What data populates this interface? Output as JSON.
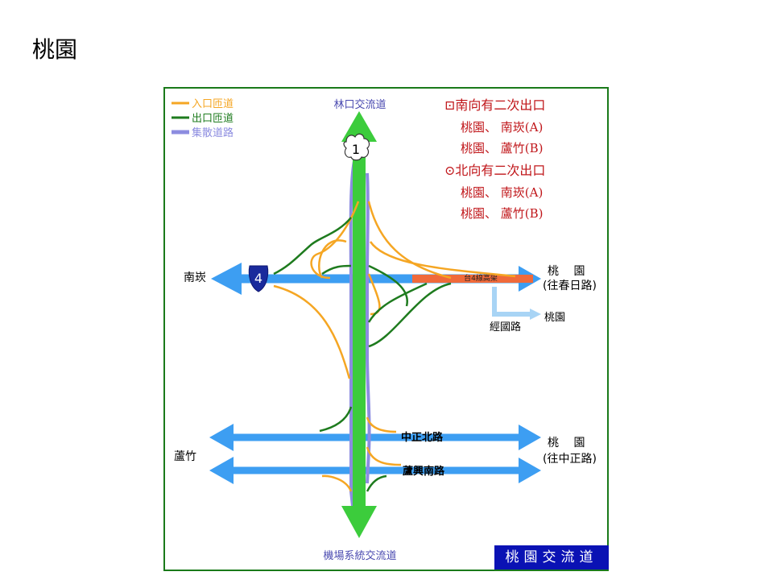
{
  "title": "桃園",
  "legend": {
    "entrance": "入口匝道",
    "exit": "出口匝道",
    "collector": "集散道路"
  },
  "notes": {
    "south_header": "⊡南向有二次出口",
    "south_a": "桃園、 南崁(A)",
    "south_b": "桃園、 蘆竹(B)",
    "north_header": "⊙北向有二次出口",
    "north_a": "桃園、 南崁(A)",
    "north_b": "桃園、 蘆竹(B)"
  },
  "labels": {
    "north_end": "林口交流道",
    "south_end": "機場系統交流道",
    "west_top": "南崁",
    "west_bottom": "蘆竹",
    "east_top_1": "桃　 園",
    "east_top_2": "(往春日路)",
    "east_mid_1": "桃　 園",
    "east_mid_2": "(往中正路)",
    "jingguo": "經國路",
    "jingguo_dest": "桃園",
    "elevated": "台4線高架",
    "road_1": "中正北路",
    "road_2": "蘆興南路",
    "footer": "桃園交流道"
  },
  "shields": {
    "freeway": "1",
    "provincial": "4"
  },
  "colors": {
    "entrance": "#f5a623",
    "exit": "#1e7b1e",
    "collector": "#8c8ce0",
    "freeway": "#3ccc3c",
    "road": "#3d9ef2",
    "elevated": "#f06a3a",
    "red_text": "#c0161a",
    "blue_text": "#4a4ab0",
    "border": "#1a7a1a",
    "footer_bg": "#0a12b4"
  }
}
